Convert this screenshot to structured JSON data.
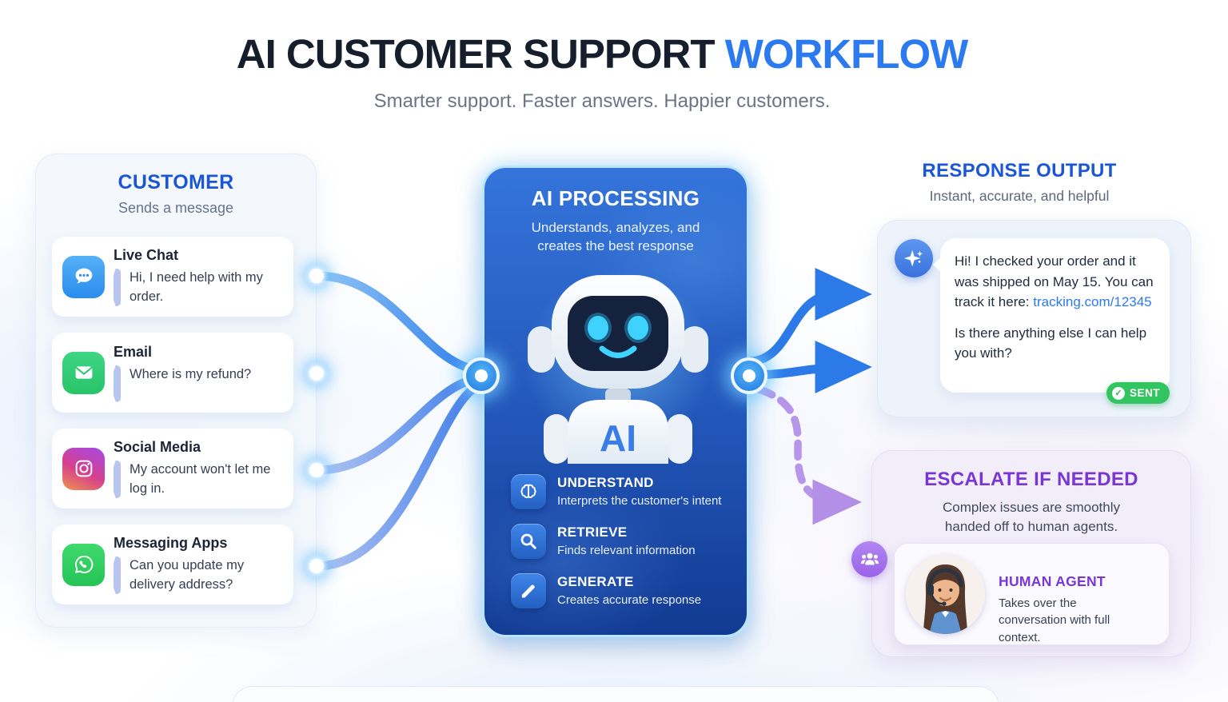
{
  "header": {
    "title": "AI CUSTOMER SUPPORT",
    "title_accent": "WORKFLOW",
    "subtitle": "Smarter support. Faster answers. Happier customers."
  },
  "customer": {
    "title": "CUSTOMER",
    "subtitle": "Sends a message",
    "channels": [
      {
        "name": "Live Chat",
        "message": "Hi, I need help with my order.",
        "icon": "chat-bubble-icon",
        "icon_color": "#2e9bf2"
      },
      {
        "name": "Email",
        "message": "Where is my refund?",
        "icon": "envelope-icon",
        "icon_color": "#2ecf74"
      },
      {
        "name": "Social Media",
        "message": "My account won't let me log in.",
        "icon": "instagram-icon",
        "icon_color": "#c13584"
      },
      {
        "name": "Messaging Apps",
        "message": "Can you update my delivery address?",
        "icon": "whatsapp-icon",
        "icon_color": "#2bd162"
      }
    ]
  },
  "processing": {
    "title": "AI PROCESSING",
    "subtitle": "Understands, analyzes, and creates the best response",
    "robot_label": "AI",
    "steps": [
      {
        "name": "UNDERSTAND",
        "description": "Interprets the customer's intent",
        "icon": "brain-icon"
      },
      {
        "name": "RETRIEVE",
        "description": "Finds relevant information",
        "icon": "search-icon"
      },
      {
        "name": "GENERATE",
        "description": "Creates accurate response",
        "icon": "pencil-icon"
      }
    ]
  },
  "response": {
    "title": "RESPONSE OUTPUT",
    "subtitle": "Instant, accurate, and helpful",
    "message_intro": "Hi! I checked your order and it was shipped on May 15. You can track it here:",
    "tracking_link": "tracking.com/12345",
    "message_followup": "Is there anything else I can help you with?",
    "status_badge": "SENT"
  },
  "escalation": {
    "title": "ESCALATE IF NEEDED",
    "subtitle": "Complex issues are smoothly handed off to human agents.",
    "agent_title": "HUMAN AGENT",
    "agent_description": "Takes over the conversation with full context."
  },
  "colors": {
    "accent_blue": "#2b7af0",
    "heading_blue": "#1a56d6",
    "title_dark": "#161e2c",
    "purple": "#7a35d6",
    "sent_green": "#31c45f",
    "link_blue": "#2b7af0",
    "dashed_purple": "#b795ea"
  }
}
